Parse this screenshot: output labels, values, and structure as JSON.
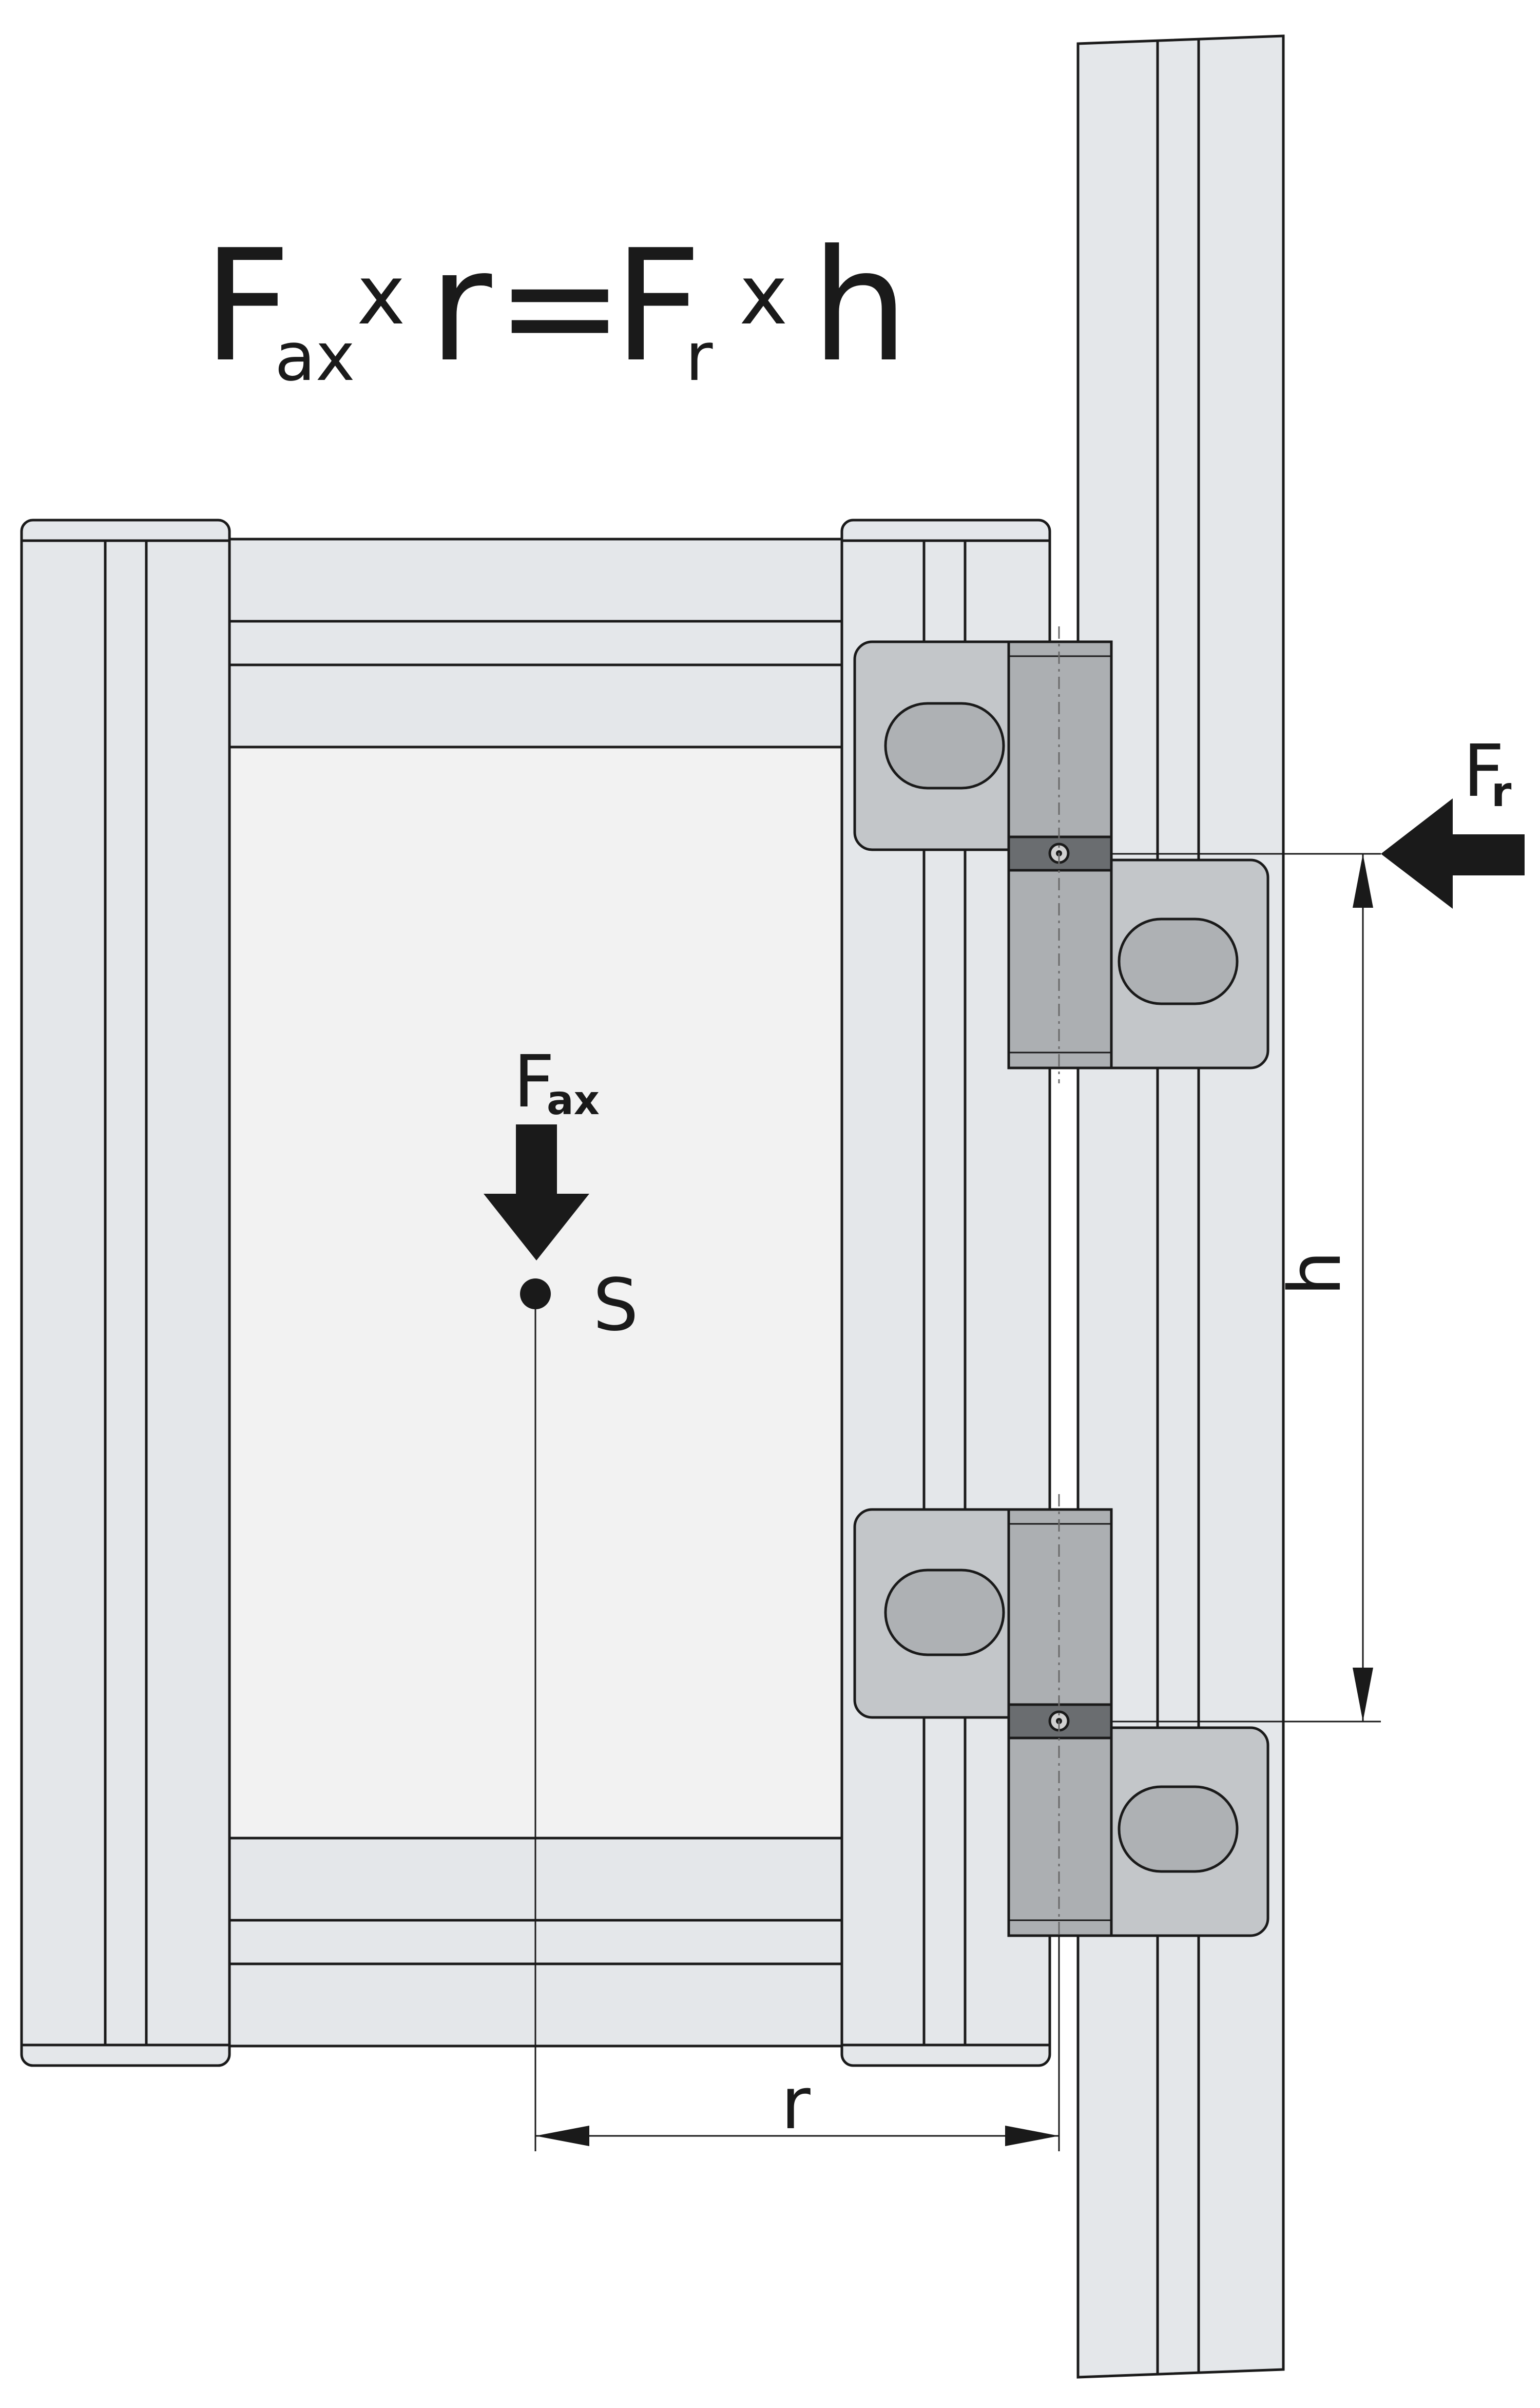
{
  "formula": {
    "F1": "F",
    "sub1": "ax",
    "times1": "x",
    "r": "r",
    "equals": "=",
    "F2": "F",
    "sub2": "r",
    "times2": "x",
    "h": "h"
  },
  "labels": {
    "force_axial_main": "F",
    "force_axial_sub": "ax",
    "center_of_gravity": "S",
    "force_radial_main": "F",
    "force_radial_sub": "r",
    "dimension_h": "h",
    "dimension_r": "r"
  },
  "colors": {
    "profile": "#e4e7ea",
    "panel": "#f2f2f2",
    "hinge": "#c3c6c9",
    "outline": "#1a1a1a"
  }
}
